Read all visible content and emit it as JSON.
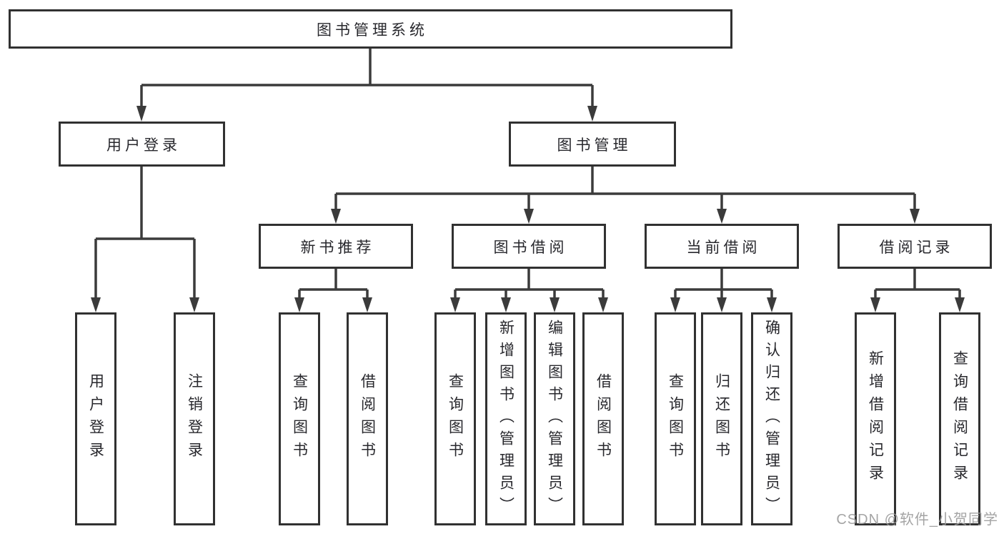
{
  "diagram_title": "图书管理系统",
  "root": {
    "label": "图书管理系统"
  },
  "level1": [
    {
      "label": "用户登录"
    },
    {
      "label": "图书管理"
    }
  ],
  "level2": [
    {
      "label": "新书推荐",
      "parent": "图书管理"
    },
    {
      "label": "图书借阅",
      "parent": "图书管理"
    },
    {
      "label": "当前借阅",
      "parent": "图书管理"
    },
    {
      "label": "借阅记录",
      "parent": "图书管理"
    }
  ],
  "leaves": [
    {
      "label": "用户登录",
      "parent": "用户登录"
    },
    {
      "label": "注销登录",
      "parent": "用户登录"
    },
    {
      "label": "查询图书",
      "parent": "新书推荐"
    },
    {
      "label": "借阅图书",
      "parent": "新书推荐"
    },
    {
      "label": "查询图书",
      "parent": "图书借阅"
    },
    {
      "label": "新增图书（管理员）",
      "parent": "图书借阅"
    },
    {
      "label": "编辑图书（管理员）",
      "parent": "图书借阅"
    },
    {
      "label": "借阅图书",
      "parent": "图书借阅"
    },
    {
      "label": "查询图书",
      "parent": "当前借阅"
    },
    {
      "label": "归还图书",
      "parent": "当前借阅"
    },
    {
      "label": "确认归还（管理员）",
      "parent": "当前借阅"
    },
    {
      "label": "新增借阅记录",
      "parent": "借阅记录"
    },
    {
      "label": "查询借阅记录",
      "parent": "借阅记录"
    }
  ],
  "watermark": "CSDN @软件_小贺同学",
  "colors": {
    "background": "#ffffff",
    "box_border": "#313131",
    "line": "#3b3b3b",
    "text": "#28282d",
    "watermark": "#9b9b9b"
  }
}
